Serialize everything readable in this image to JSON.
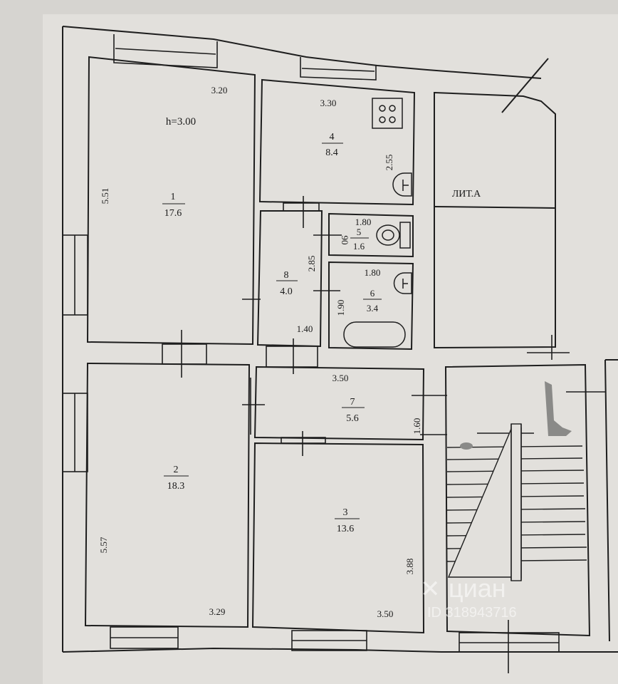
{
  "plan": {
    "height_note": "h=3.00",
    "lit_label": "ЛИТ.А",
    "rooms": [
      {
        "id": "room-1",
        "number": "1",
        "area": "17.6"
      },
      {
        "id": "room-2",
        "number": "2",
        "area": "18.3"
      },
      {
        "id": "room-3",
        "number": "3",
        "area": "13.6"
      },
      {
        "id": "room-4",
        "number": "4",
        "area": "8.4"
      },
      {
        "id": "room-5",
        "number": "5",
        "area": "1.6"
      },
      {
        "id": "room-6",
        "number": "6",
        "area": "3.4"
      },
      {
        "id": "room-7",
        "number": "7",
        "area": "5.6"
      },
      {
        "id": "room-8",
        "number": "8",
        "area": "4.0"
      }
    ],
    "dimensions": {
      "r1_width": "3.20",
      "r1_height": "5.51",
      "r4_width": "3.30",
      "r4_height": "2.55",
      "r5_width": "1.80",
      "r5_height": "90",
      "r6_width": "1.80",
      "r6_height": "1.90",
      "r8_height": "2.85",
      "r8_width": "1.40",
      "r7_width": "3.50",
      "r7_height": "1.60",
      "r2_height": "5.57",
      "r2_width": "3.29",
      "r3_height": "3.88",
      "r3_width": "3.50"
    }
  },
  "watermark": {
    "brand": "циан",
    "id_text": "ID 318943716"
  }
}
